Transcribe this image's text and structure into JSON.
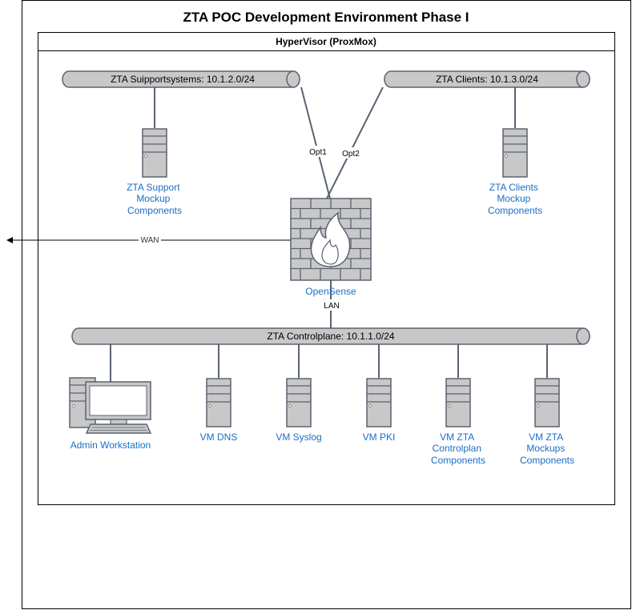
{
  "diagram": {
    "title": "ZTA POC Development Environment Phase I",
    "hypervisor": {
      "label": "HyperVisor (ProxMox)"
    },
    "networks": {
      "support": "ZTA Suipportsystems: 10.1.2.0/24",
      "clients": "ZTA Clients: 10.1.3.0/24",
      "controlplane": "ZTA Controlplane: 10.1.1.0/24"
    },
    "firewall": {
      "name": "OpenSense",
      "wan_label": "WAN",
      "lan_label": "LAN",
      "opt1_label": "Opt1",
      "opt2_label": "Opt2"
    },
    "nodes": {
      "support": [
        "ZTA Support",
        "Mockup",
        "Components"
      ],
      "clients": [
        "ZTA Clients",
        "Mockup",
        "Components"
      ],
      "admin": [
        "Admin Workstation"
      ],
      "dns": [
        "VM DNS"
      ],
      "syslog": [
        "VM Syslog"
      ],
      "pki": [
        "VM PKI"
      ],
      "controlplan": [
        "VM ZTA",
        "Controlplan",
        "Components"
      ],
      "mockups": [
        "VM ZTA",
        "Mockups",
        "Components"
      ]
    },
    "colors": {
      "link_text": "#1a6ec7",
      "pipe_fill": "#c8c8c8",
      "device_fill": "#c8c8c8",
      "stroke": "#5a6270",
      "frame": "#000000"
    }
  }
}
